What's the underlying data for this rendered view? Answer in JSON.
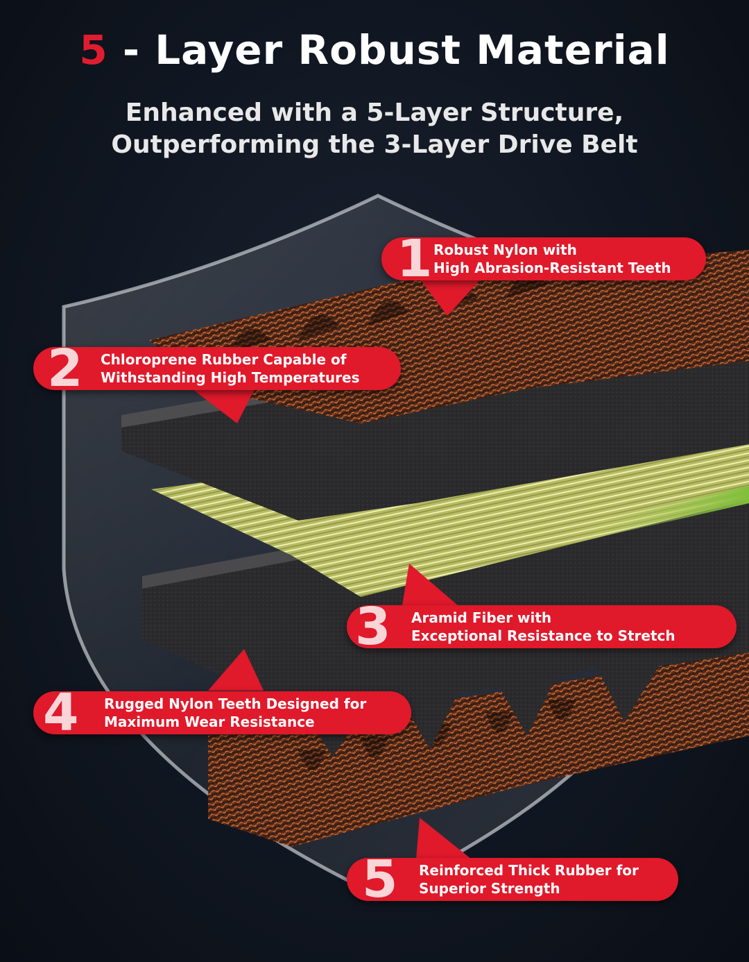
{
  "header": {
    "title_accent": "5",
    "title_rest": " - Layer Robust Material",
    "subtitle_line1": "Enhanced with a 5-Layer Structure,",
    "subtitle_line2": "Outperforming the 3-Layer Drive Belt"
  },
  "colors": {
    "accent_red": "#e0192b",
    "background": "#111722",
    "nylon_copper": "#b8572f",
    "rubber_dark": "#2c2c2e",
    "aramid_yellow": "#d6d98a"
  },
  "callouts": [
    {
      "number": "1",
      "line1": "Robust Nylon with",
      "line2": "High Abrasion-Resistant Teeth"
    },
    {
      "number": "2",
      "line1": "Chloroprene Rubber Capable of",
      "line2": "Withstanding High Temperatures"
    },
    {
      "number": "3",
      "line1": "Aramid Fiber with",
      "line2": "Exceptional Resistance to Stretch"
    },
    {
      "number": "4",
      "line1": "Rugged Nylon Teeth Designed for",
      "line2": "Maximum Wear Resistance"
    },
    {
      "number": "5",
      "line1": "Reinforced Thick Rubber for",
      "line2": "Superior Strength"
    }
  ]
}
